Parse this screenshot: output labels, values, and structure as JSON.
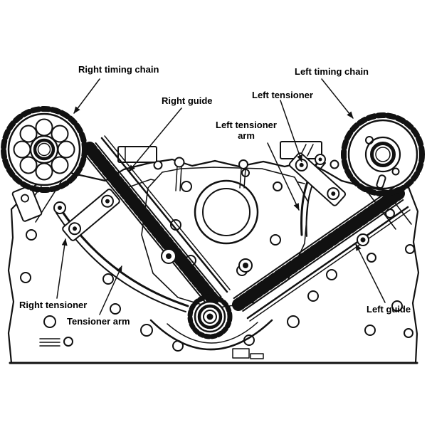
{
  "diagram": {
    "type": "engine-timing-chain-front-view",
    "background_color": "#ffffff",
    "line_color": "#111111",
    "text_color": "#000000",
    "labels": {
      "right_timing_chain": "Right timing chain",
      "right_guide": "Right guide",
      "left_timing_chain": "Left timing chain",
      "left_tensioner": "Left tensioner",
      "left_tensioner_arm": "Left tensioner arm",
      "right_tensioner": "Right tensioner",
      "tensioner_arm": "Tensioner arm",
      "left_guide": "Left guide"
    }
  }
}
